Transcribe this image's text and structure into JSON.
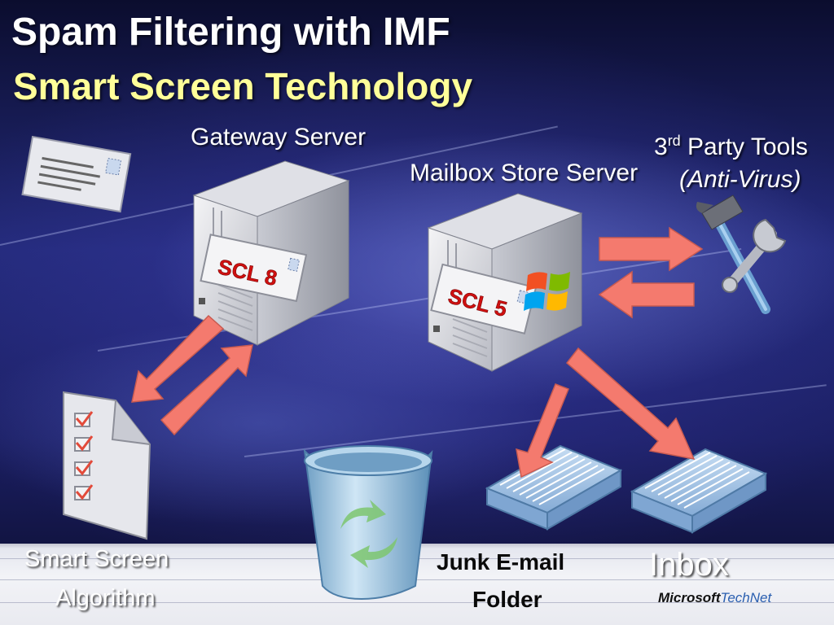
{
  "slide": {
    "title": "Spam Filtering with IMF",
    "subtitle": "Smart Screen Technology"
  },
  "labels": {
    "gateway_server": "Gateway Server",
    "mailbox_store_server": "Mailbox Store Server",
    "third_party_prefix": "3",
    "third_party_sup": "rd",
    "third_party_rest": " Party Tools",
    "anti_virus": "(Anti-Virus)",
    "smart_screen_line1": "Smart Screen",
    "smart_screen_line2": "Algorithm",
    "junk_line1": "Junk E-mail",
    "junk_line2": "Folder",
    "inbox": "Inbox"
  },
  "scl_tags": {
    "gateway": "SCL 8",
    "mailbox": "SCL 5"
  },
  "logo": {
    "brand": "Microsoft",
    "product": "TechNet"
  },
  "colors": {
    "title": "#ffffff",
    "subtitle": "#ffff99",
    "arrow": "#f47a6e",
    "scl_text": "#d01010",
    "tray": "#a9c9ea"
  },
  "icons": [
    "envelope-icon",
    "server-icon",
    "windows-logo-icon",
    "hammer-icon",
    "wrench-icon",
    "checklist-icon",
    "recycle-bin-icon",
    "mail-tray-icon"
  ]
}
